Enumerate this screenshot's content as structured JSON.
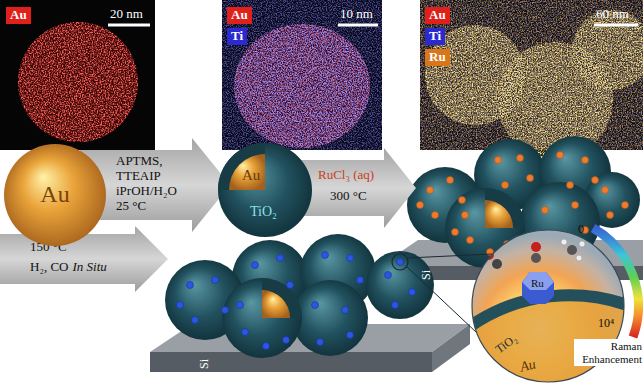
{
  "diagram": {
    "nodes": [
      {
        "text": [
          "Au"
        ]
      },
      {
        "text": [
          "APTMS, TTEAIP iPrOH/H₂O 25 °C"
        ]
      },
      {
        "text": [
          "Au",
          "TiO₂"
        ]
      },
      {
        "text": [
          "RuCl₃ (aq)",
          "300 °C"
        ]
      },
      {
        "text": [
          "150 °C",
          "H₂, CO",
          "In Situ"
        ]
      }
    ],
    "labels": [
      "Au",
      "20 nm",
      "Au",
      "Ti",
      "10 nm",
      "Au",
      "Ti",
      "Ru",
      "60 nm",
      "Si",
      "Si",
      "Ru",
      "TiO₂",
      "Au",
      "0",
      "10⁴",
      "Raman Enhancement"
    ]
  }
}
